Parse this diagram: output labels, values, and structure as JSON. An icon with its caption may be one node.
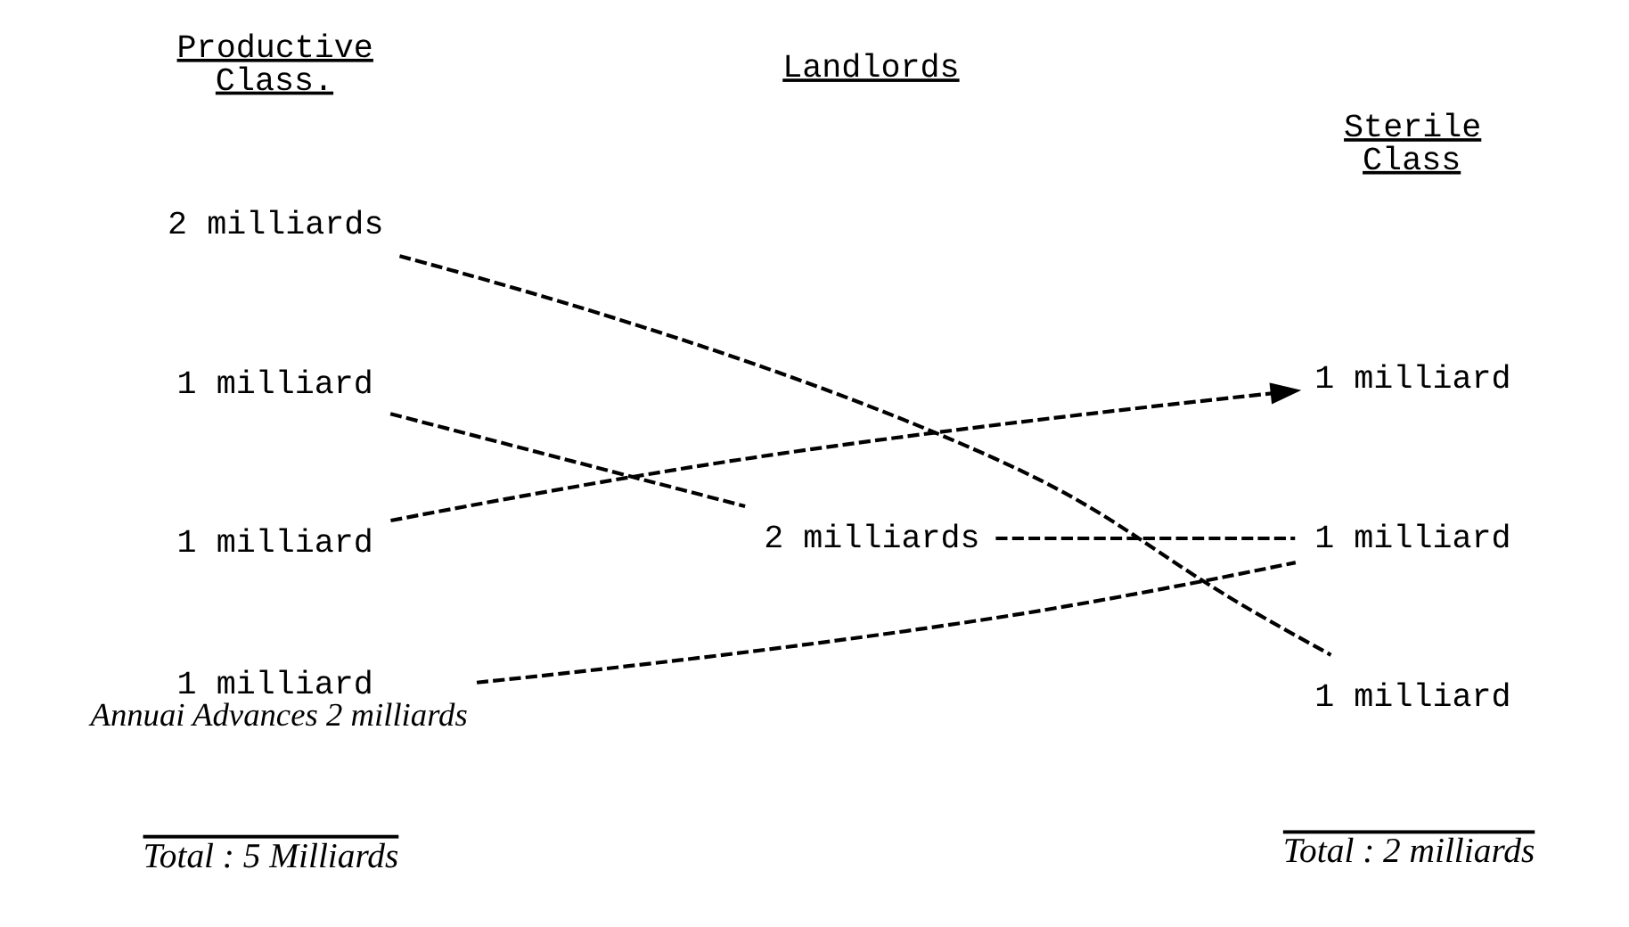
{
  "diagram": {
    "nodes": [
      {
        "text": [
          "2 milliards"
        ]
      },
      {
        "text": [
          "1 milliard"
        ]
      },
      {
        "text": [
          "1 milliard"
        ]
      },
      {
        "text": [
          "1 milliard"
        ],
        "beside": [
          "Annuai Advances 2 milliards"
        ]
      },
      {
        "text": [
          "2 milliards"
        ]
      },
      {
        "text": [
          "1 milliard"
        ]
      },
      {
        "text": [
          "1 milliard"
        ]
      },
      {
        "text": [
          "1 milliard"
        ]
      }
    ],
    "edges": [
      {
        "from": 0,
        "to": 7,
        "arrow": "none",
        "style": "dashed"
      },
      {
        "from": 1,
        "to": 4,
        "arrow": "none",
        "style": "dashed"
      },
      {
        "from": 4,
        "to": 6,
        "arrow": "none",
        "style": "dashed"
      },
      {
        "from": 2,
        "to": 5,
        "arrow": "to",
        "style": "dashed"
      },
      {
        "from": 3,
        "to": 6,
        "arrow": "none",
        "style": "dashed"
      }
    ],
    "labels": [
      "Productive Class.",
      "Landlords",
      "Sterile Class",
      "Total : 5 Milliards",
      "Total : 2 milliards"
    ]
  }
}
